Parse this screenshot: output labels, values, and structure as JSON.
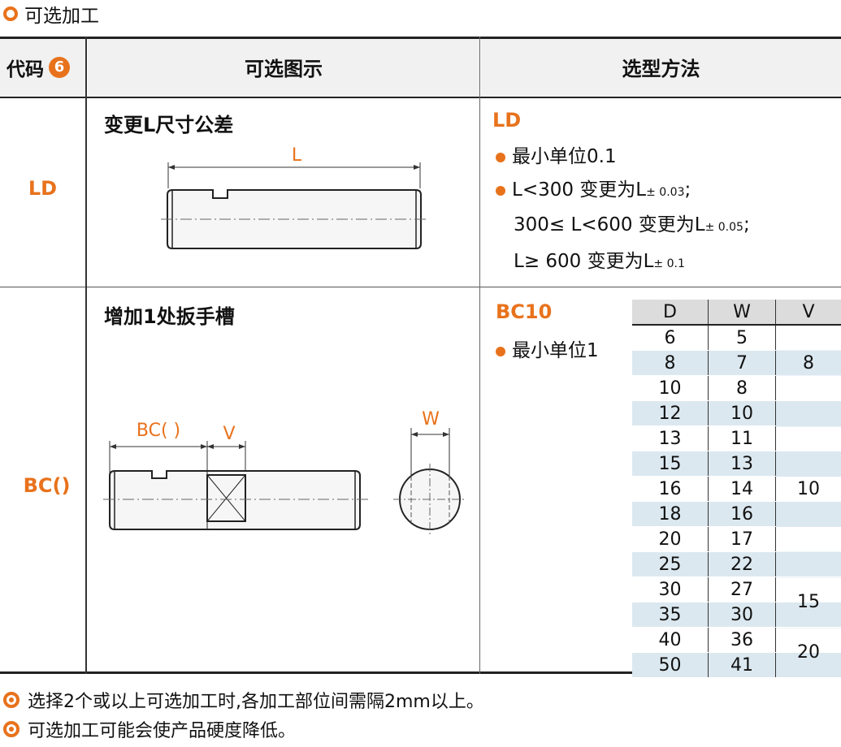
{
  "section_title": "可选加工",
  "header": {
    "code_label": "代码",
    "code_badge": "6",
    "diagram_label": "可选图示",
    "method_label": "选型方法"
  },
  "rows": {
    "ld": {
      "code": "LD",
      "title": "变更L尺寸公差",
      "dim_label": "L",
      "method_code": "LD",
      "bullet1": "最小单位0.1",
      "bullet2_line1": "L<300 变更为L",
      "tol1": "± 0.03",
      "semi1": ";",
      "line2": "300≤  L<600 变更为L",
      "tol2": "± 0.05",
      "semi2": ";",
      "line3": "L≥  600 变更为L",
      "tol3": "± 0.1"
    },
    "bc": {
      "code": "BC()",
      "title": "增加1处扳手槽",
      "dim_bc": "BC( )",
      "dim_v": "V",
      "dim_w": "W",
      "method_code": "BC10",
      "bullet1": "最小单位1"
    }
  },
  "spec_table": {
    "headers": [
      "D",
      "W",
      "V"
    ],
    "rows": [
      {
        "D": "6",
        "W": "5"
      },
      {
        "D": "8",
        "W": "7"
      },
      {
        "D": "10",
        "W": "8"
      },
      {
        "D": "12",
        "W": "10"
      },
      {
        "D": "13",
        "W": "11"
      },
      {
        "D": "15",
        "W": "13"
      },
      {
        "D": "16",
        "W": "14"
      },
      {
        "D": "18",
        "W": "16"
      },
      {
        "D": "20",
        "W": "17"
      },
      {
        "D": "25",
        "W": "22"
      },
      {
        "D": "30",
        "W": "27"
      },
      {
        "D": "35",
        "W": "30"
      },
      {
        "D": "40",
        "W": "36"
      },
      {
        "D": "50",
        "W": "41"
      }
    ],
    "v_groups": [
      {
        "value": "8",
        "rows": 3
      },
      {
        "value": "10",
        "rows": 7
      },
      {
        "value": "15",
        "rows": 2
      },
      {
        "value": "20",
        "rows": 2
      }
    ]
  },
  "notes": [
    "选择2个或以上可选加工时,各加工部位间需隔2mm以上。",
    "可选加工可能会使产品硬度降低。"
  ],
  "colors": {
    "accent": "#e8721c",
    "header_bg": "#f1f1f1",
    "stripe": "#dce8f0"
  }
}
